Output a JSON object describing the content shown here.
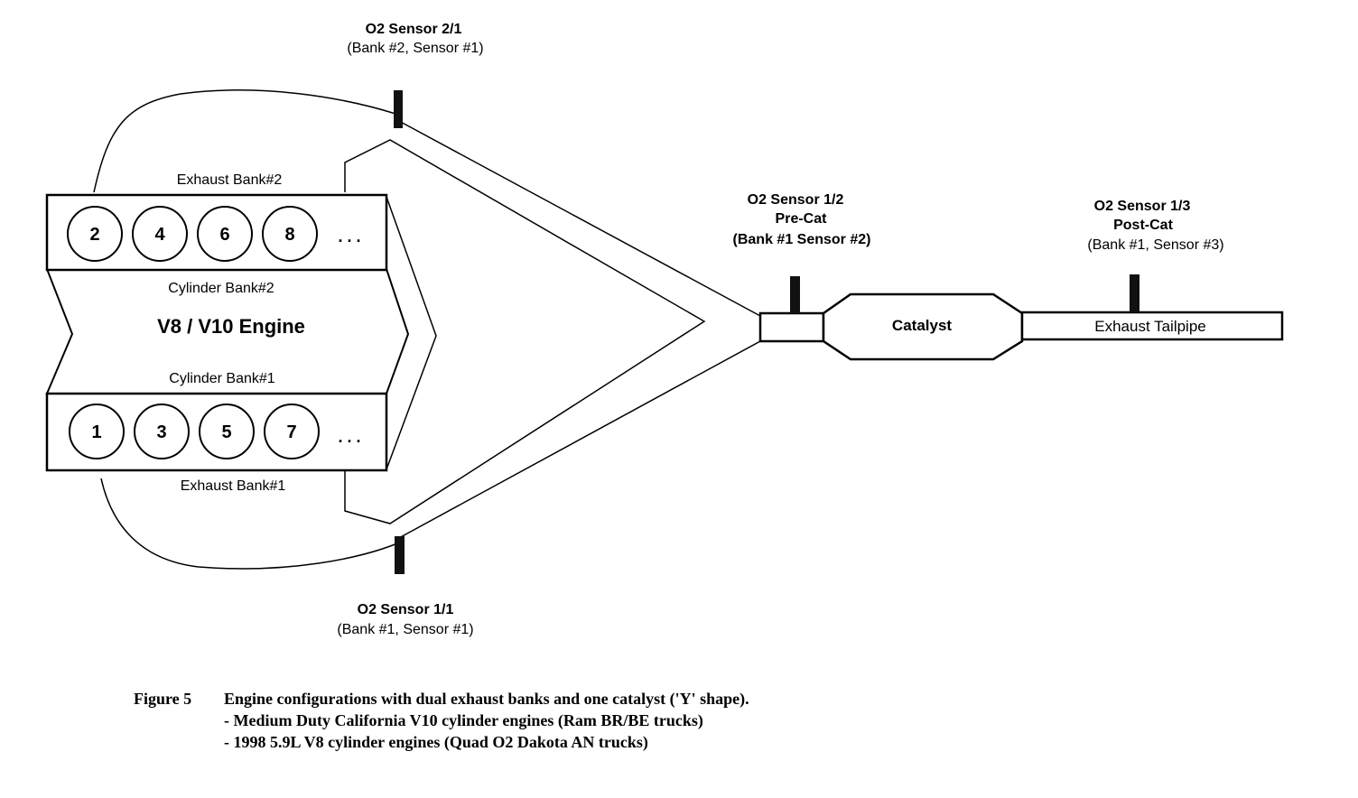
{
  "engine": {
    "title": "V8 / V10 Engine",
    "bank2_exhaust_label": "Exhaust Bank#2",
    "bank2_cylinder_label": "Cylinder Bank#2",
    "bank1_cylinder_label": "Cylinder Bank#1",
    "bank1_exhaust_label": "Exhaust Bank#1",
    "bank2_cylinders": [
      "2",
      "4",
      "6",
      "8"
    ],
    "bank1_cylinders": [
      "1",
      "3",
      "5",
      "7"
    ],
    "ellipsis": ". . ."
  },
  "sensors": {
    "s21": {
      "title": "O2 Sensor 2/1",
      "detail": "(Bank #2, Sensor #1)"
    },
    "s11": {
      "title": "O2 Sensor 1/1",
      "detail": "(Bank #1, Sensor #1)"
    },
    "s12": {
      "title": "O2 Sensor 1/2",
      "subtitle": "Pre-Cat",
      "detail": "(Bank #1 Sensor #2)"
    },
    "s13": {
      "title": "O2 Sensor 1/3",
      "subtitle": "Post-Cat",
      "detail": "(Bank #1, Sensor #3)"
    }
  },
  "catalyst_label": "Catalyst",
  "tailpipe_label": "Exhaust Tailpipe",
  "caption": {
    "figure": "Figure 5",
    "title": "Engine configurations with dual exhaust banks and one catalyst ('Y' shape).",
    "line1": "- Medium Duty California V10 cylinder engines (Ram BR/BE trucks)",
    "line2": "- 1998 5.9L V8 cylinder engines (Quad O2 Dakota AN trucks)"
  }
}
